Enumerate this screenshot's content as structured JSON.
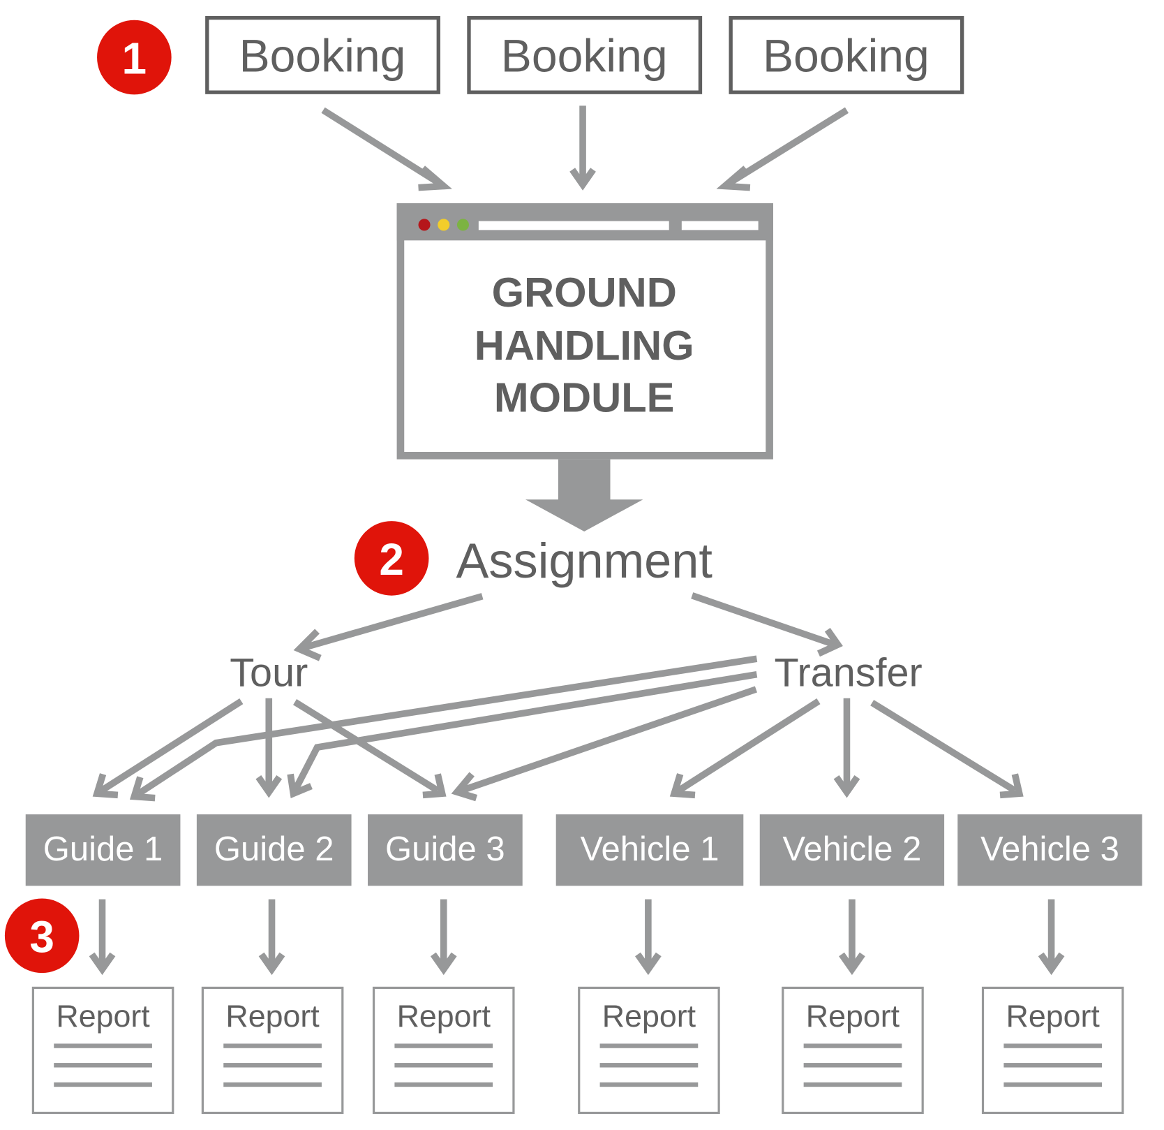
{
  "colors": {
    "badge": "#e0140a",
    "gray": "#979899",
    "dark_border": "#5f5f5f",
    "text": "#5f5f5f",
    "dot_red": "#b5161b",
    "dot_yellow": "#f2cd2a",
    "dot_green": "#7cb342"
  },
  "steps": [
    {
      "number": "1",
      "label": "Booking step"
    },
    {
      "number": "2",
      "label": "Assignment step"
    },
    {
      "number": "3",
      "label": "Report step"
    }
  ],
  "bookings": [
    "Booking",
    "Booking",
    "Booking"
  ],
  "module": {
    "title_lines": [
      "GROUND",
      "HANDLING",
      "MODULE"
    ]
  },
  "assignment": "Assignment",
  "categories": {
    "tour": "Tour",
    "transfer": "Transfer"
  },
  "resources": [
    "Guide 1",
    "Guide 2",
    "Guide 3",
    "Vehicle 1",
    "Vehicle 2",
    "Vehicle 3"
  ],
  "reports": [
    "Report",
    "Report",
    "Report",
    "Report",
    "Report",
    "Report"
  ]
}
